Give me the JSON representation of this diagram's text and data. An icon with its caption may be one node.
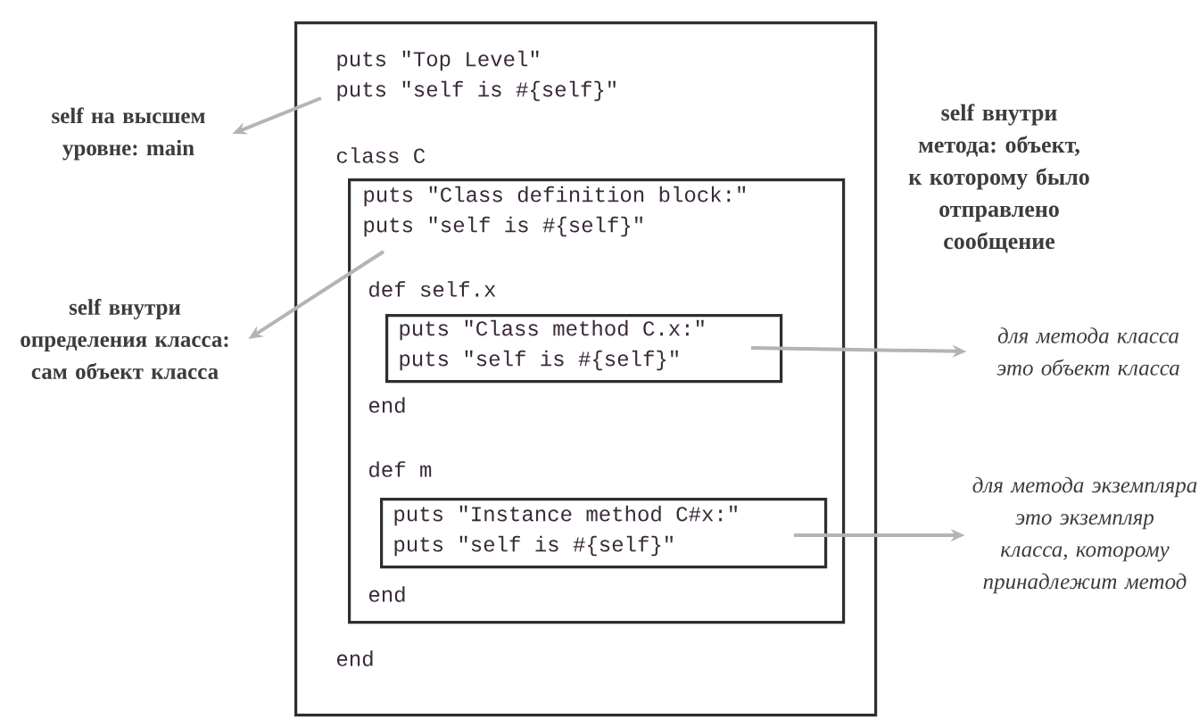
{
  "diagram": {
    "nodes": [
      {
        "text": [
          "puts \"Top Level\"",
          "puts \"self is #{self}\"",
          "class C",
          "end"
        ]
      },
      {
        "text": [
          "puts \"Class definition block:\"",
          "puts \"self is #{self}\"",
          "def self.x",
          "end",
          "def m",
          "end"
        ],
        "in": 0
      },
      {
        "text": [
          "puts \"Class method C.x:\"",
          "puts \"self is #{self}\""
        ],
        "in": 1
      },
      {
        "text": [
          "puts \"Instance method C#x:\"",
          "puts \"self is #{self}\""
        ],
        "in": 1
      },
      {
        "text": [
          "self на высшем уровне: main"
        ]
      },
      {
        "text": [
          "self внутри определения класса: сам объект класса"
        ]
      },
      {
        "text": [
          "для метода класса это объект класса"
        ]
      },
      {
        "text": [
          "для метода экземпляра это экземпляр класса, которому принадлежит метод"
        ]
      }
    ],
    "edges": [
      {
        "from": 0,
        "to": 4,
        "arrow": "to"
      },
      {
        "from": 1,
        "to": 5,
        "arrow": "to"
      },
      {
        "from": 2,
        "to": 6,
        "arrow": "to"
      },
      {
        "from": 3,
        "to": 7,
        "arrow": "to"
      }
    ],
    "labels": [
      "self внутри метода: объект, к которому было отправлено сообщение"
    ]
  }
}
